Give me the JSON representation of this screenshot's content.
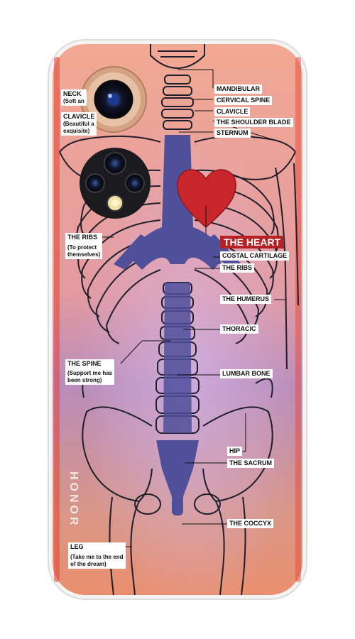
{
  "brand": "HONOR",
  "colors": {
    "case_gradient_top": "#f0a690",
    "case_gradient_mid": "#c08aa8",
    "case_gradient_bottom": "#e89070",
    "bone_outline": "#1f1f2b",
    "cartilage": "#4f4f9a",
    "heart": "#c8262a",
    "heart_label_bg": "#b52125"
  },
  "icons": [
    "camera-lens-icon",
    "flash-icon",
    "heart-icon"
  ],
  "left_labels": {
    "neck": {
      "title": "NECK",
      "desc": "(Soft an"
    },
    "clavicle": {
      "title": "CLAVICLE",
      "desc1": "(Beautiful a",
      "desc2": "exquisite)"
    },
    "ribs": {
      "title": "THE RIBS",
      "desc1": "(To protect",
      "desc2": "themselves)"
    },
    "spine": {
      "title": "THE SPINE",
      "desc1": "(Support me has",
      "desc2": "been strong)"
    },
    "leg": {
      "title": "LEG",
      "desc1": "(Take me to the end",
      "desc2": "of the dream)"
    }
  },
  "right_labels": {
    "mandibular": "MANDIBULAR",
    "cervical_spine": "CERVICAL SPINE",
    "clavicle": "CLAVICLE",
    "shoulder_blade": "THE SHOULDER BLADE",
    "sternum": "STERNUM",
    "heart": "THE HEART",
    "costal_cartilage": "COSTAL CARTILAGE",
    "ribs": "THE RIBS",
    "humerus": "THE HUMERUS",
    "thoracic": "THORACIC",
    "lumbar": "LUMBAR BONE",
    "hip": "HIP",
    "sacrum": "THE SACRUM",
    "coccyx": "THE COCCYX"
  }
}
